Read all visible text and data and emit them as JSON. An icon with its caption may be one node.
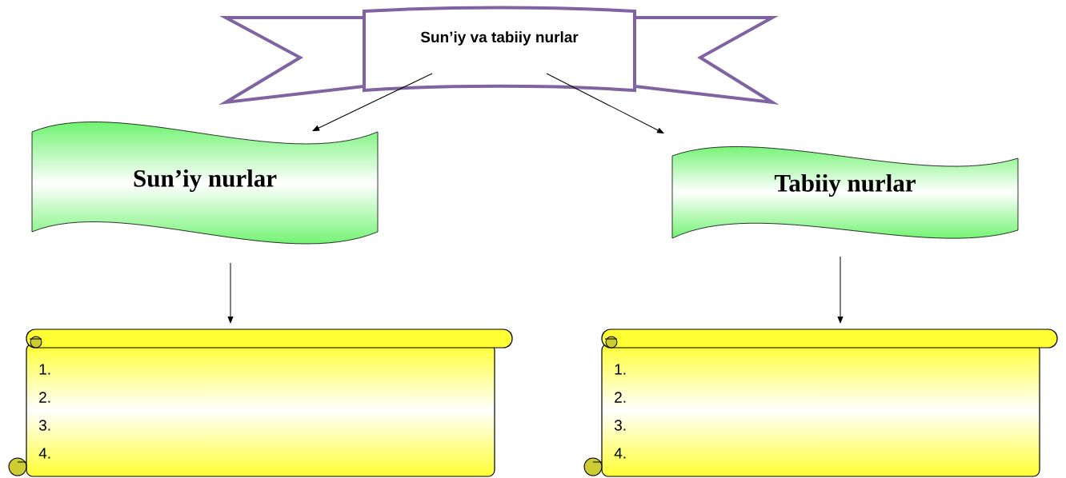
{
  "diagram": {
    "nodes": [
      {
        "text": [
          "Sun’iy va tabiiy nurlar"
        ]
      },
      {
        "text": [
          "Sun’iy nurlar"
        ]
      },
      {
        "text": [
          "Tabiiy nurlar"
        ]
      },
      {
        "text": [
          "1.",
          "2.",
          "3.",
          "4."
        ]
      },
      {
        "text": [
          "1.",
          "2.",
          "3.",
          "4."
        ]
      }
    ],
    "edges": [
      {
        "from": 0,
        "to": 1,
        "arrow": "to"
      },
      {
        "from": 0,
        "to": 2,
        "arrow": "to"
      },
      {
        "from": 1,
        "to": 3,
        "arrow": "to"
      },
      {
        "from": 2,
        "to": 4,
        "arrow": "to"
      }
    ]
  }
}
